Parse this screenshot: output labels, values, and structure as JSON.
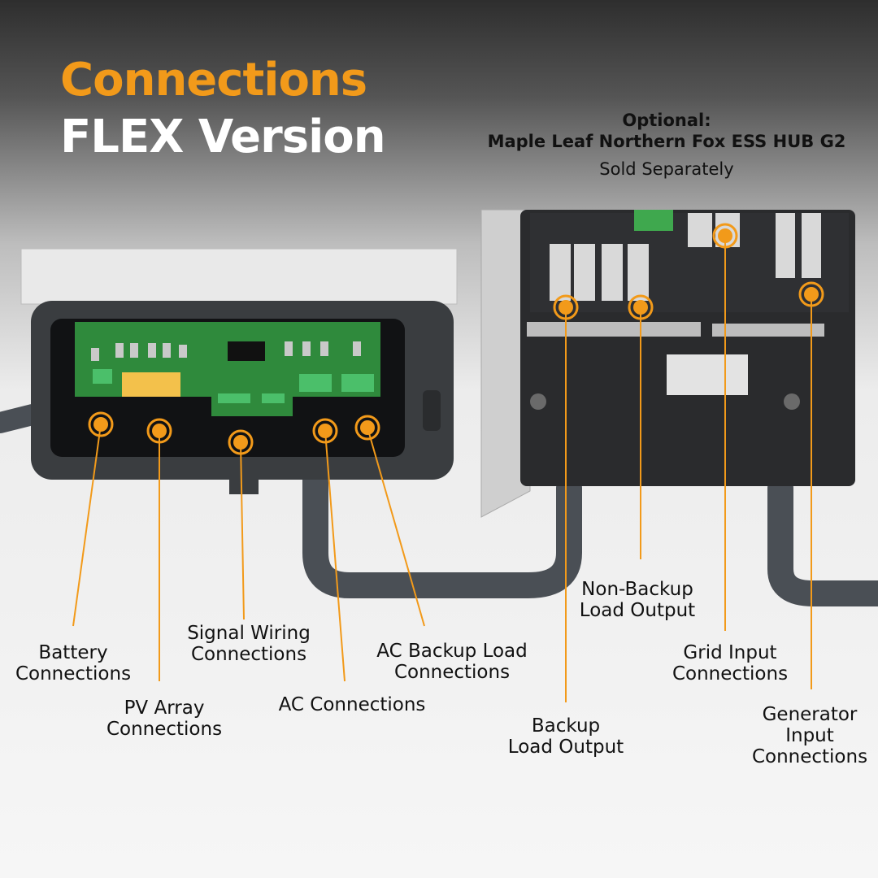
{
  "title": {
    "line1": "Connections",
    "line2": "FLEX Version"
  },
  "optional": {
    "line1": "Optional:",
    "line2": "Maple Leaf Northern Fox ESS HUB G2",
    "line3": "Sold Separately"
  },
  "colors": {
    "accent": "#f29a1a",
    "pcb": "#2f8a3c",
    "housing": "#3a3d40"
  },
  "labels": {
    "battery": "Battery\nConnections",
    "pv_array": "PV Array\nConnections",
    "signal_wiring": "Signal Wiring\nConnections",
    "ac": "AC Connections",
    "ac_backup": "AC Backup Load\nConnections",
    "non_backup": "Non-Backup\nLoad Output",
    "grid_input": "Grid Input\nConnections",
    "backup_load": "Backup\nLoad Output",
    "generator_input": "Generator\nInput\nConnections"
  }
}
